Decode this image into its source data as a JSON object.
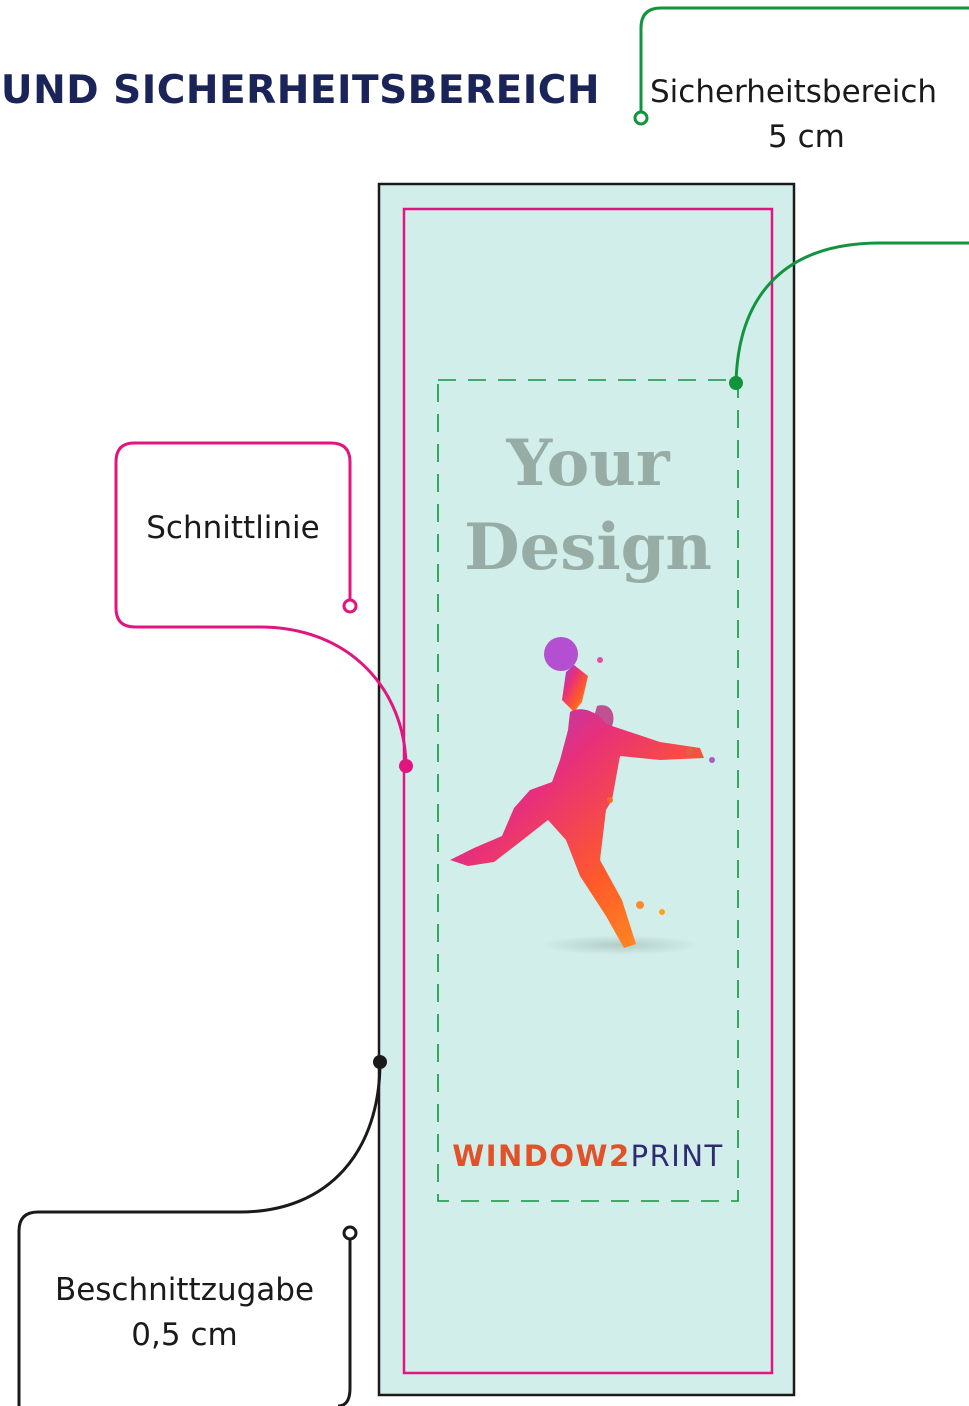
{
  "title": "UND SICHERHEITSBEREICH",
  "labels": {
    "safety_area": "Sicherheitsbereich",
    "safety_area_size": "5 cm",
    "cut_line": "Schnittlinie",
    "bleed": "Beschnittzugabe",
    "bleed_size": "0,5 cm"
  },
  "design": {
    "line1": "Your",
    "line2": "Design"
  },
  "logo": {
    "part1": "WINDOW2",
    "part2": "PRINT"
  },
  "colors": {
    "title": "#1b2458",
    "safety_line": "#12943f",
    "cut_line": "#e0157f",
    "bleed_line": "#1a1a1a",
    "banner_fill": "#d2eeea",
    "placeholder_text": "#98aca6"
  },
  "icons": [
    "handball-player-illustration"
  ]
}
